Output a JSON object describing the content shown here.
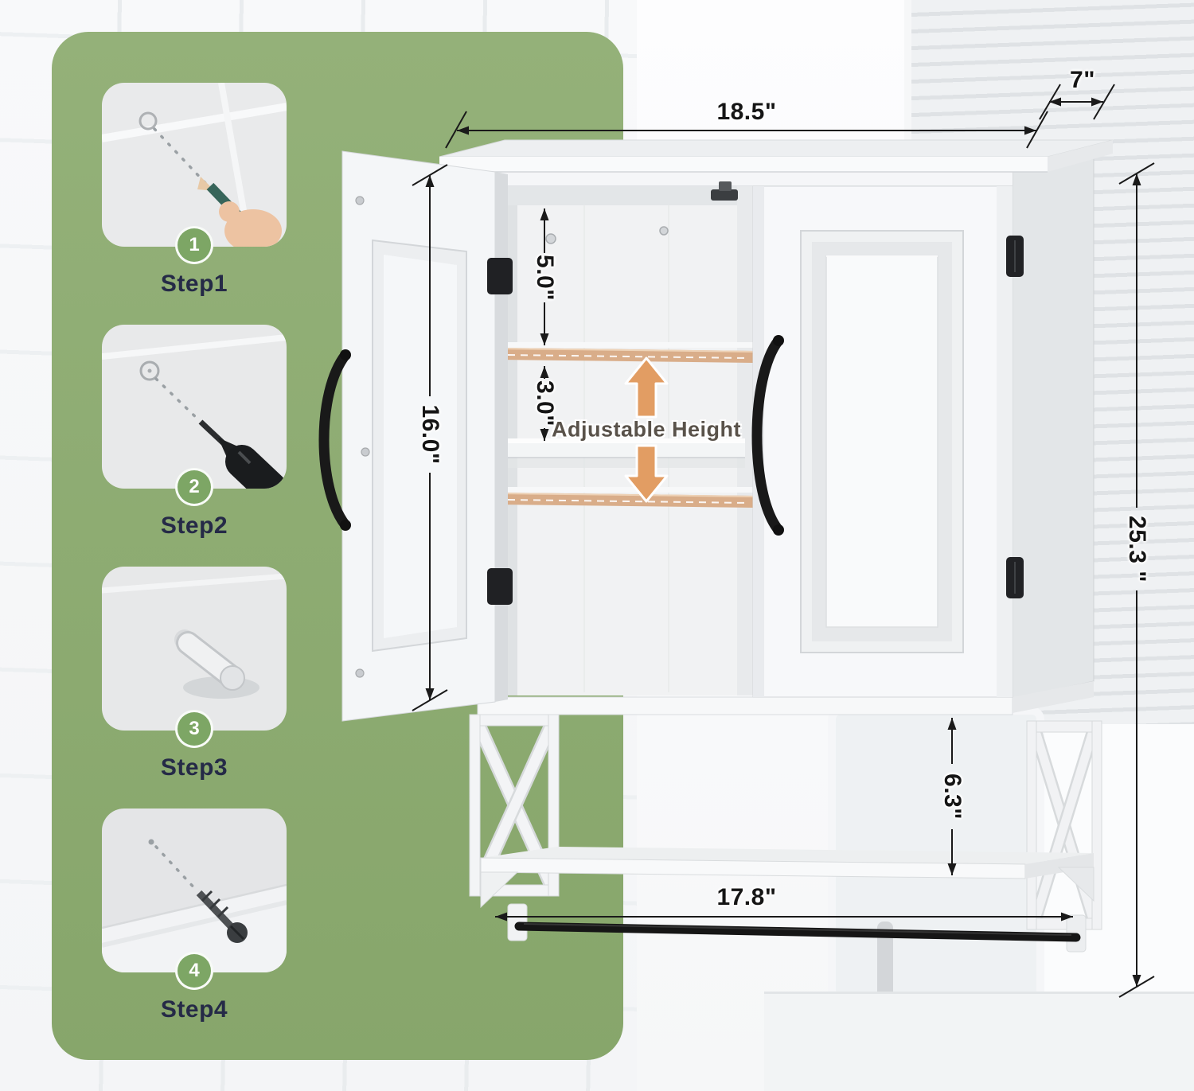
{
  "steps": [
    {
      "number": "1",
      "label": "Step1",
      "icon": "pencil-mark-icon"
    },
    {
      "number": "2",
      "label": "Step2",
      "icon": "drill-icon"
    },
    {
      "number": "3",
      "label": "Step3",
      "icon": "wall-anchor-icon"
    },
    {
      "number": "4",
      "label": "Step4",
      "icon": "screw-icon"
    }
  ],
  "dimensions": {
    "width_top": "18.5\"",
    "depth": "7\"",
    "height": "25.3 \"",
    "door_height": "16.0\"",
    "top_gap": "5.0\"",
    "shelf_gap": "3.0\"",
    "lower_gap": "6.3\"",
    "bar_width": "17.8\""
  },
  "annotations": {
    "adjustable_height": "Adjustable Height"
  },
  "colors": {
    "panel_green": "#8dab70",
    "badge_green": "#7da665",
    "shelf_strap_tan": "#d9ad89",
    "arrow_orange": "#e29d63",
    "hardware_black": "#1a1a1a"
  }
}
